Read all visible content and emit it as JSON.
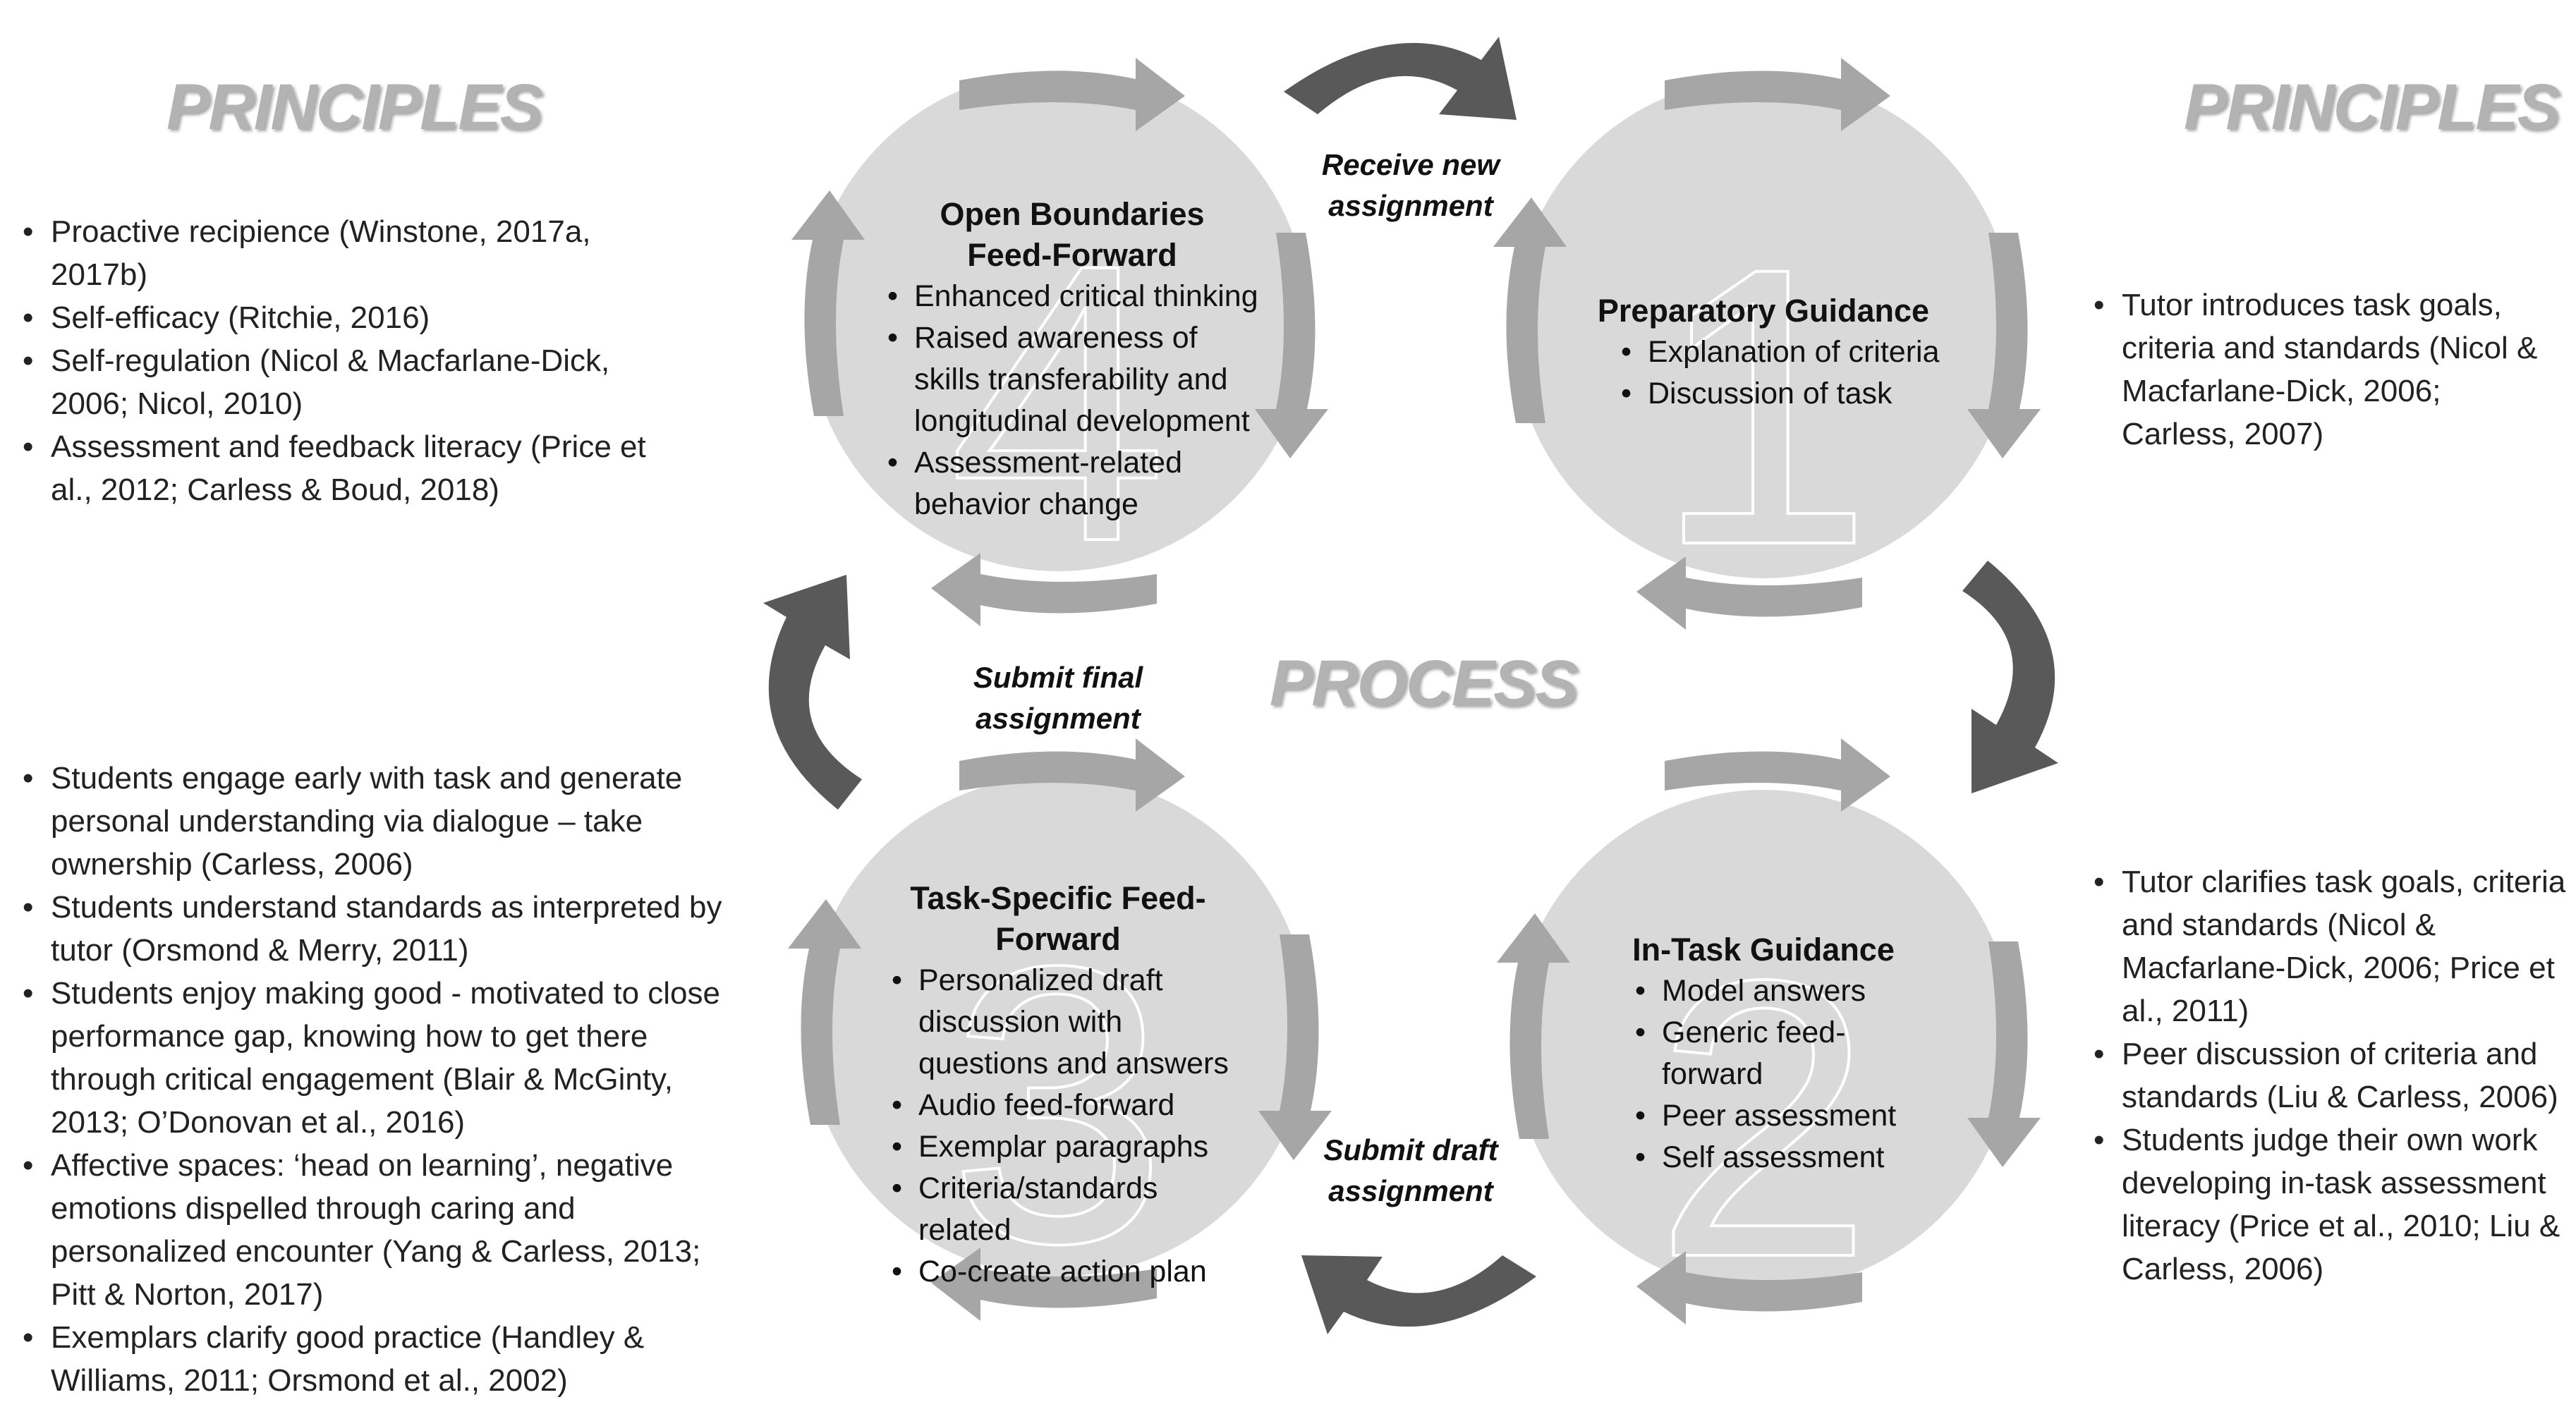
{
  "headings": {
    "principles_left": "PRINCIPLES",
    "principles_right": "PRINCIPLES",
    "process": "PROCESS"
  },
  "left_top_principles": [
    "Proactive recipience (Winstone, 2017a, 2017b)",
    "Self-efficacy (Ritchie, 2016)",
    "Self-regulation (Nicol & Macfarlane-Dick, 2006; Nicol, 2010)",
    "Assessment and feedback literacy (Price et al., 2012; Carless & Boud, 2018)"
  ],
  "left_bottom_principles": [
    "Students engage early with task and  generate personal understanding via dialogue – take ownership (Carless, 2006)",
    "Students understand standards as interpreted by tutor (Orsmond & Merry, 2011)",
    "Students enjoy making good - motivated to close performance gap, knowing how to get there through critical engagement (Blair & McGinty, 2013; O’Donovan et al., 2016)",
    "Affective spaces: ‘head on learning’, negative emotions dispelled through caring and personalized encounter (Yang & Carless, 2013; Pitt & Norton, 2017)",
    "Exemplars clarify good practice (Handley & Williams, 2011; Orsmond et al., 2002)"
  ],
  "right_top_principles": [
    "Tutor introduces task goals, criteria and standards (Nicol & Macfarlane-Dick, 2006; Carless, 2007)"
  ],
  "right_bottom_principles": [
    "Tutor clarifies task goals, criteria and standards (Nicol & Macfarlane-Dick, 2006; Price et al., 2011)",
    "Peer discussion of criteria and standards (Liu & Carless, 2006)",
    "Students judge their own work developing in-task assessment literacy (Price et al., 2010; Liu & Carless, 2006)"
  ],
  "stages": {
    "open_boundaries": {
      "number": "4",
      "title_line1": "Open Boundaries",
      "title_line2": "Feed-Forward",
      "items": [
        "Enhanced critical thinking",
        "Raised awareness of skills transferability and longitudinal development",
        "Assessment-related behavior change"
      ]
    },
    "preparatory": {
      "number": "1",
      "title": "Preparatory Guidance",
      "items": [
        "Explanation of criteria",
        "Discussion of task"
      ]
    },
    "in_task": {
      "number": "2",
      "title": "In-Task Guidance",
      "items": [
        "Model answers",
        "Generic feed-forward",
        "Peer assessment",
        "Self assessment"
      ]
    },
    "task_specific": {
      "number": "3",
      "title": "Task-Specific Feed-Forward",
      "items": [
        "Personalized draft discussion with questions and answers",
        "Audio feed-forward",
        "Exemplar paragraphs",
        "Criteria/standards related",
        "Co-create action plan"
      ]
    }
  },
  "transitions": {
    "receive_new": {
      "line1": "Receive new",
      "line2": "assignment"
    },
    "submit_final": {
      "line1": "Submit final",
      "line2": "assignment"
    },
    "submit_draft": {
      "line1": "Submit draft",
      "line2": "assignment"
    }
  },
  "colors": {
    "circle_fill": "#d9d9d9",
    "inner_arrow": "#a6a6a6",
    "outer_arrow": "#595959",
    "heading_gray": "#b3b3b3"
  }
}
